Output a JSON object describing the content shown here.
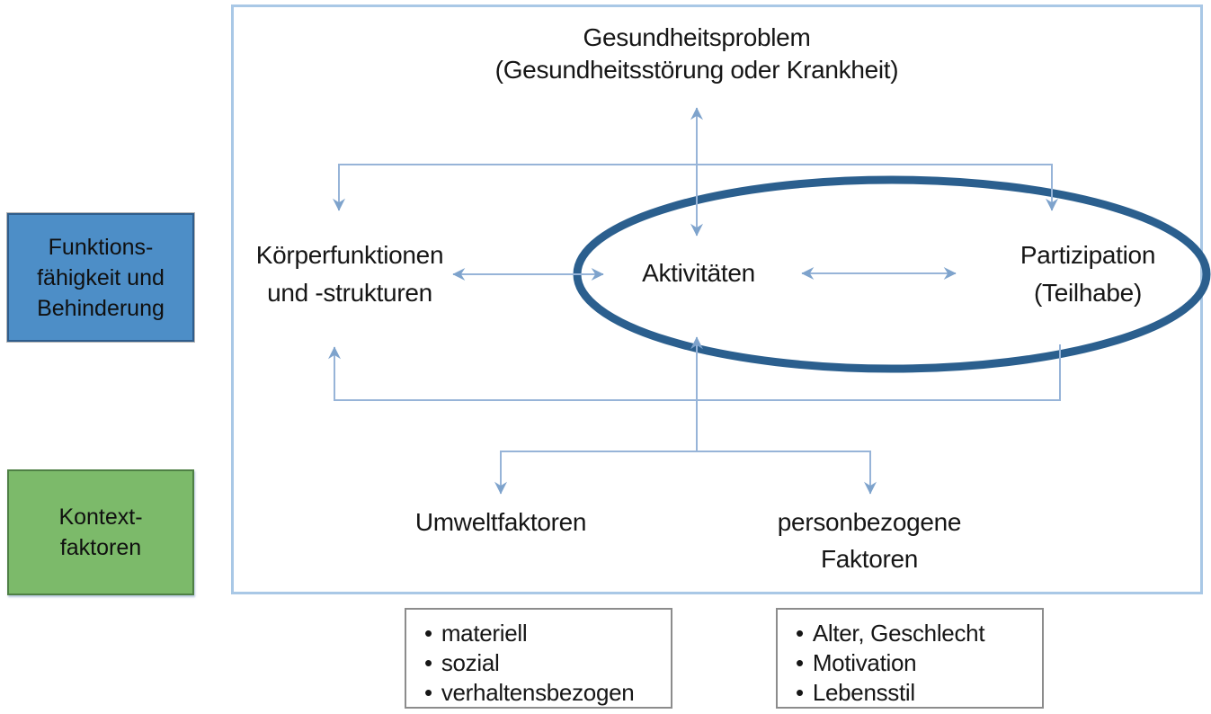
{
  "diagram": {
    "title": {
      "line1": "Gesundheitsproblem",
      "line2": "(Gesundheitsstörung oder Krankheit)"
    },
    "side_labels": {
      "functioning": {
        "line1": "Funktions-",
        "line2": "fähigkeit und",
        "line3": "Behinderung"
      },
      "context": {
        "line1": "Kontext-",
        "line2": "faktoren"
      }
    },
    "nodes": {
      "body": {
        "line1": "Körperfunktionen",
        "line2": "und -strukturen"
      },
      "activities": {
        "label": "Aktivitäten"
      },
      "participation": {
        "line1": "Partizipation",
        "line2": "(Teilhabe)"
      },
      "environment": {
        "label": "Umweltfaktoren"
      },
      "personal": {
        "line1": "personbezogene",
        "line2": "Faktoren"
      }
    },
    "example_boxes": {
      "environment": {
        "bullet": "•",
        "items": [
          "materiell",
          "sozial",
          "verhaltensbezogen"
        ]
      },
      "personal": {
        "bullet": "•",
        "items": [
          "Alter, Geschlecht",
          "Motivation",
          "Lebensstil"
        ]
      }
    },
    "colors": {
      "frame_border": "#a9c8e6",
      "functioning_box_fill": "#4d8ec7",
      "functioning_box_border": "#2f5d8c",
      "context_box_fill": "#7cba6a",
      "context_box_border": "#4f8045",
      "arrow_line": "#97b4d8",
      "ellipse_stroke": "#2b5f8e",
      "example_box_border": "#8c8c8c"
    }
  }
}
